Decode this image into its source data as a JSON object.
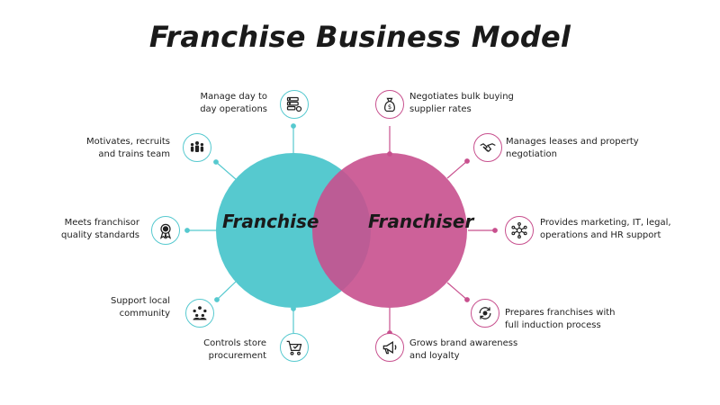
{
  "title": "Franchise Business Model",
  "circles": {
    "franchise": {
      "label": "Franchise",
      "color": "#56c9cf"
    },
    "franchiser": {
      "label": "Franchiser",
      "color": "#c8508e"
    }
  },
  "franchise_items": [
    {
      "id": "t1",
      "line1": "Manage day to",
      "line2": "day operations",
      "icon": "server-gear-icon"
    },
    {
      "id": "t2",
      "line1": "Motivates, recruits",
      "line2": "and trains team",
      "icon": "team-icon"
    },
    {
      "id": "t3",
      "line1": "Meets franchisor",
      "line2": "quality standards",
      "icon": "award-badge-icon"
    },
    {
      "id": "t4",
      "line1": "Support  local",
      "line2": "community",
      "icon": "community-icon"
    },
    {
      "id": "t5",
      "line1": "Controls store",
      "line2": "procurement",
      "icon": "shopping-cart-icon"
    }
  ],
  "franchiser_items": [
    {
      "id": "p1",
      "line1": "Negotiates bulk buying",
      "line2": "supplier rates",
      "icon": "money-bag-icon"
    },
    {
      "id": "p2",
      "line1": "Manages leases and property",
      "line2": "negotiation",
      "icon": "handshake-icon"
    },
    {
      "id": "p3",
      "line1": "Provides marketing,  IT, legal,",
      "line2": "operations and HR support",
      "icon": "network-icon"
    },
    {
      "id": "p4",
      "line1": "Prepares franchises with",
      "line2": "full induction process",
      "icon": "cycle-icon"
    },
    {
      "id": "p5",
      "line1": "Grows brand awareness",
      "line2": "and loyalty",
      "icon": "megaphone-icon"
    }
  ]
}
